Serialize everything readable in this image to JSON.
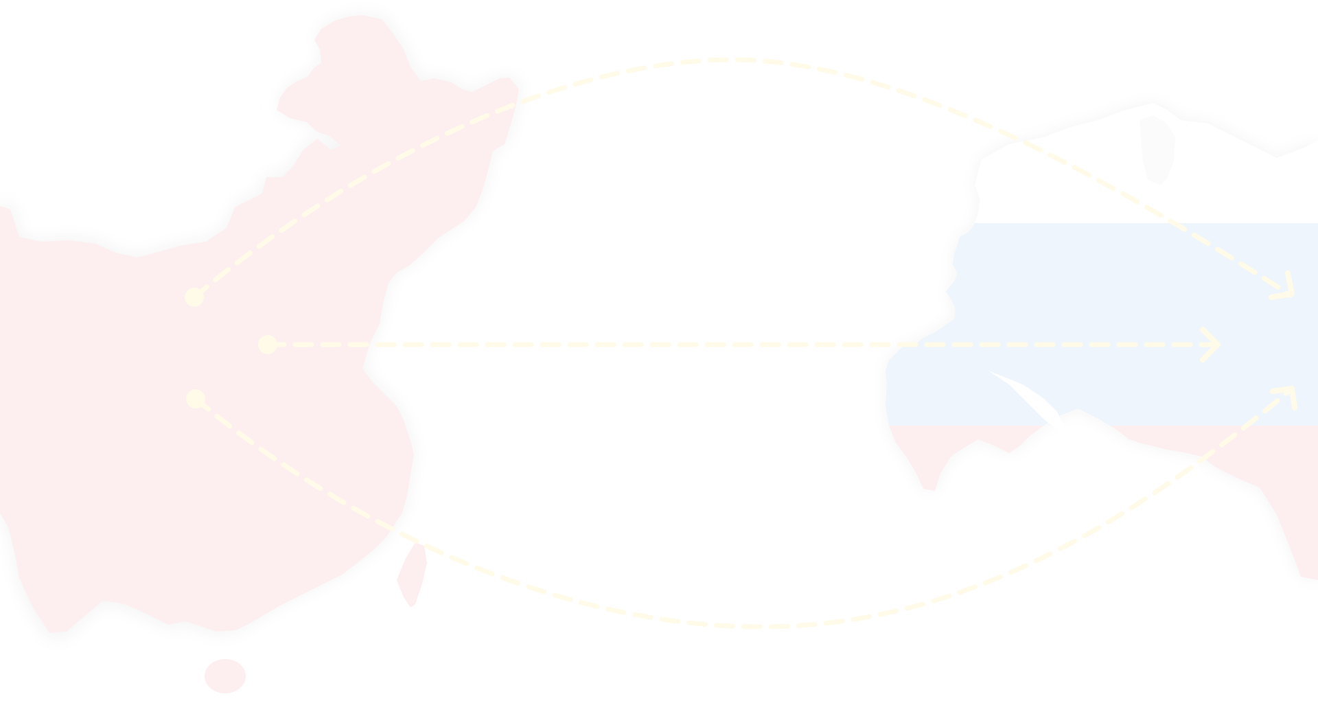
{
  "map": {
    "regions": [
      {
        "name": "china",
        "fill": "#fdeff0"
      },
      {
        "name": "russia",
        "flag_colors": [
          "#ffffff",
          "#eef5fc",
          "#fdeff0"
        ]
      }
    ],
    "routes": [
      {
        "name": "route-north",
        "from": "china",
        "to": "russia",
        "style": "dashed-arrow",
        "color": "#fffbe8"
      },
      {
        "name": "route-middle",
        "from": "china",
        "to": "russia",
        "style": "dashed-arrow",
        "color": "#fffbe8"
      },
      {
        "name": "route-south",
        "from": "china",
        "to": "russia",
        "style": "dashed-arrow",
        "color": "#fffbe8"
      }
    ],
    "colors": {
      "background": "#ffffff",
      "china_fill": "#fdeff0",
      "russia_white": "#ffffff",
      "russia_blue": "#eef5fc",
      "russia_red": "#fdeff0",
      "land_shadow": "#f6f6f6",
      "route_color": "#fffbe8"
    }
  }
}
